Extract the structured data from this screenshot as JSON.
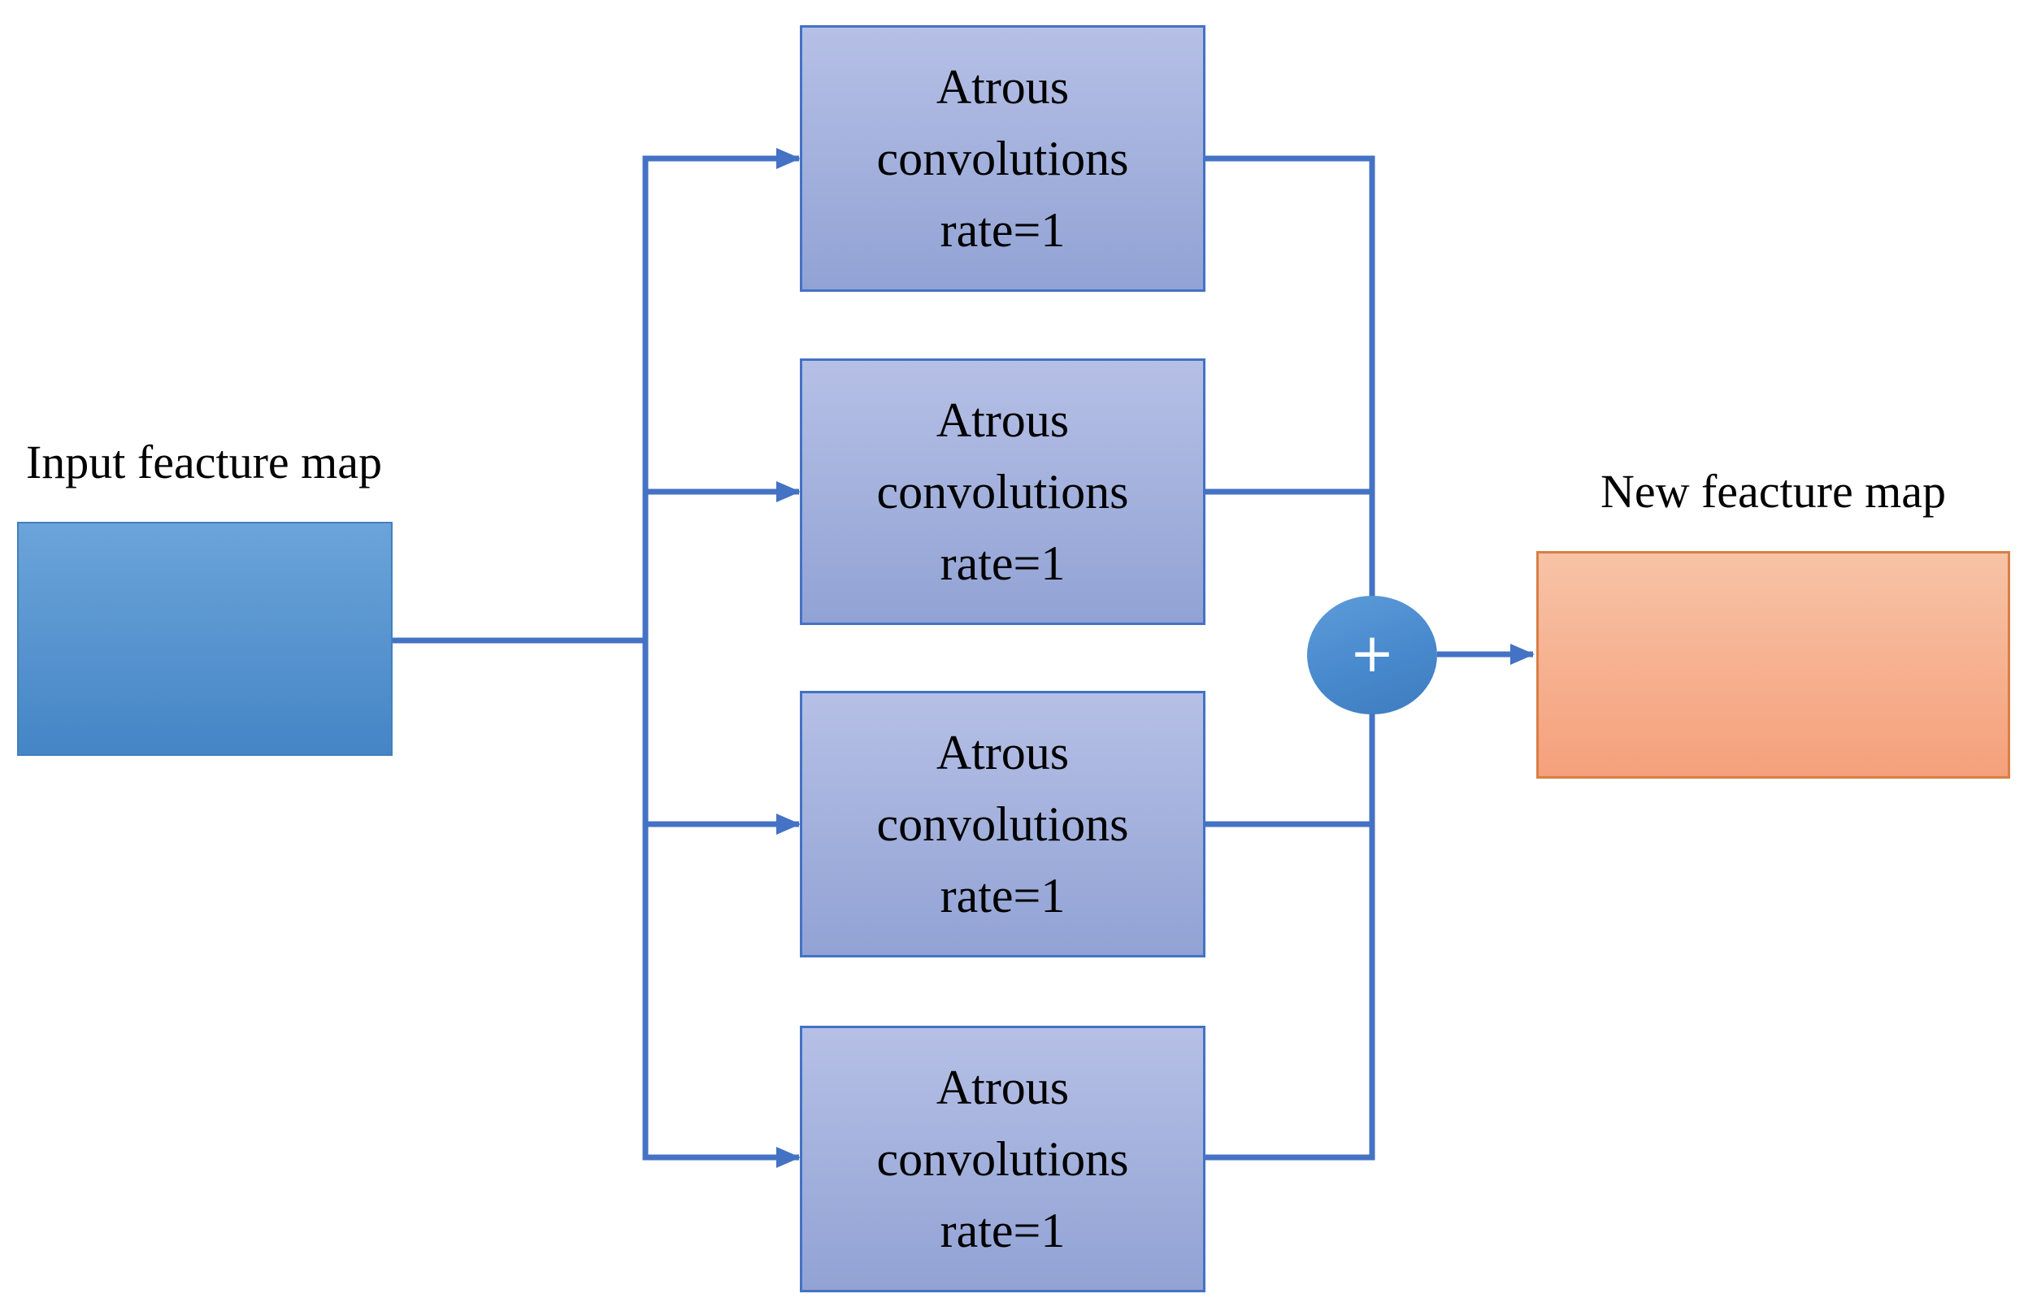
{
  "diagram": {
    "title_hint": "atrous-convolution-fusion-diagram",
    "input": {
      "label": "Input feacture map"
    },
    "output": {
      "label": "New feacture map"
    },
    "branches": [
      {
        "label": "Atrous\nconvolutions\nrate=1"
      },
      {
        "label": "Atrous\nconvolutions\nrate=1"
      },
      {
        "label": "Atrous\nconvolutions\nrate=1"
      },
      {
        "label": "Atrous\nconvolutions\nrate=1"
      }
    ],
    "sum": {
      "symbol": "+"
    },
    "colors": {
      "connector": "#4472c4",
      "atrous_box_top": "#b6c0e6",
      "atrous_box_bottom": "#91a2d4",
      "atrous_box_border": "#4472c4",
      "input_box_top": "#6ba4d9",
      "input_box_bottom": "#4585c6",
      "output_box_top": "#f7c3a6",
      "output_box_bottom": "#f5a07b",
      "output_box_border": "#d87f45",
      "sum_circle_top": "#5e9cd9",
      "sum_circle_bottom": "#3d7cbe",
      "text": "#000000",
      "background": "#ffffff"
    }
  }
}
